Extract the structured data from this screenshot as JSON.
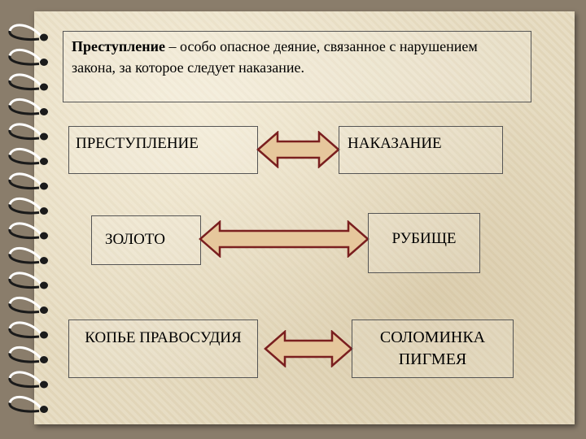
{
  "definition": {
    "term": "Преступление",
    "text": " – особо опасное деяние, связанное с нарушением закона, за которое следует наказание."
  },
  "pairs": [
    {
      "left": "ПРЕСТУПЛЕНИЕ",
      "right": "НАКАЗАНИЕ"
    },
    {
      "left": "ЗОЛОТО",
      "right": "РУБИЩЕ"
    },
    {
      "left": "КОПЬЕ ПРАВОСУДИЯ",
      "right": "СОЛОМИНКА ПИГМЕЯ"
    }
  ],
  "colors": {
    "arrow_fill": "#e6c79c",
    "arrow_stroke": "#7a1f1f",
    "page_bg": "#e6dbc0",
    "frame": "#8a7d6b"
  }
}
